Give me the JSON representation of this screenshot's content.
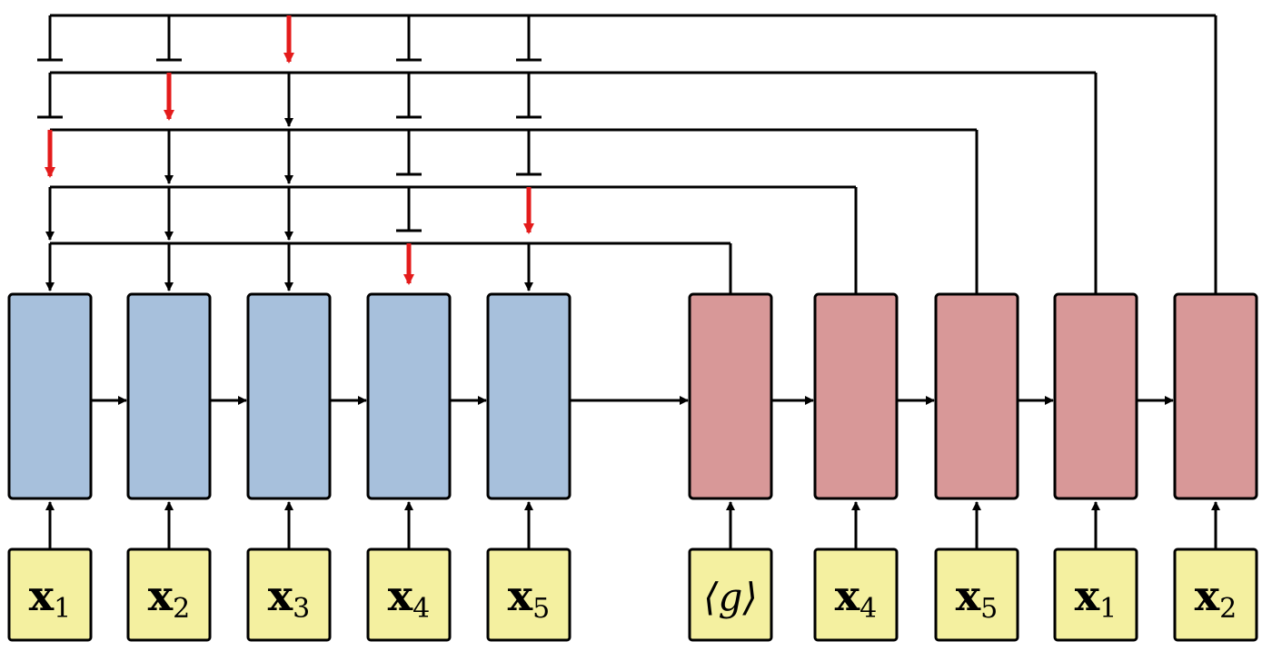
{
  "colors": {
    "encoder_fill": "#a7c0dc",
    "decoder_fill": "#d89898",
    "input_fill": "#f4f0a0",
    "stroke": "#000000",
    "pointer": "#e41b1b"
  },
  "encoder_inputs": [
    {
      "base": "x",
      "sub": "1"
    },
    {
      "base": "x",
      "sub": "2"
    },
    {
      "base": "x",
      "sub": "3"
    },
    {
      "base": "x",
      "sub": "4"
    },
    {
      "base": "x",
      "sub": "5"
    }
  ],
  "decoder_inputs": [
    {
      "special": "⟨g⟩"
    },
    {
      "base": "x",
      "sub": "4"
    },
    {
      "base": "x",
      "sub": "5"
    },
    {
      "base": "x",
      "sub": "1"
    },
    {
      "base": "x",
      "sub": "2"
    }
  ],
  "pointer_sequence": [
    4,
    5,
    1,
    2,
    3
  ]
}
